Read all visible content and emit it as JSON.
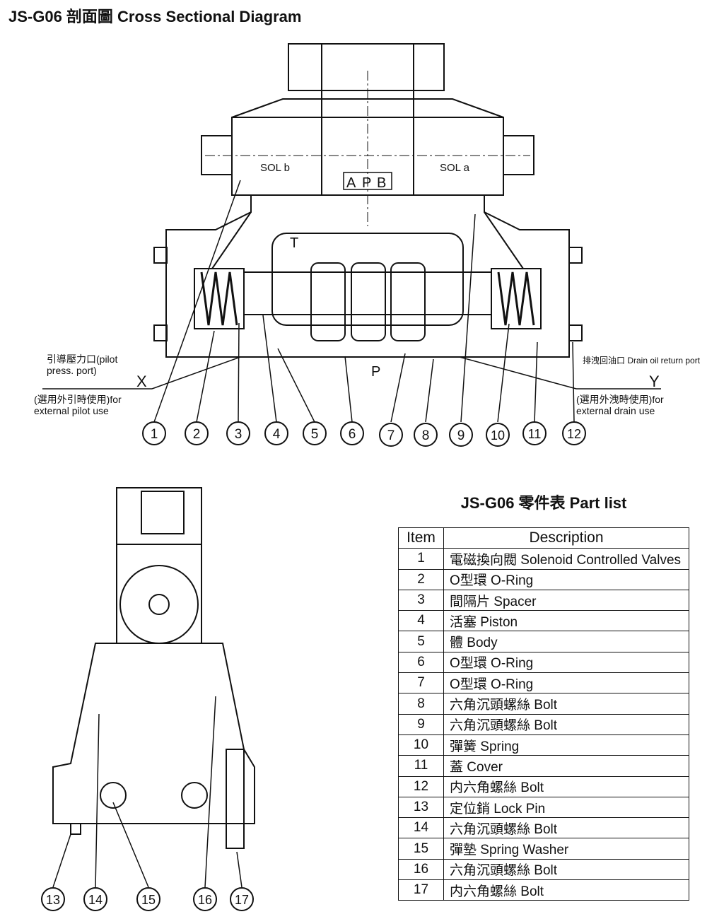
{
  "title": "JS-G06 剖面圖 Cross Sectional Diagram",
  "top_diagram": {
    "sol_b": "SOL b",
    "sol_a": "SOL a",
    "port_a": "A",
    "port_p": "P",
    "port_b": "B",
    "port_t": "T",
    "port_p_bottom": "P",
    "x_label": "X",
    "y_label": "Y",
    "pilot_port": "引導壓力口(pilot press. port)",
    "external_pilot": "(選用外引時使用)for external pilot use",
    "drain_port": "排洩回油口 Drain oil return port",
    "external_drain": "(選用外洩時使用)for external drain use",
    "callouts": [
      "1",
      "2",
      "3",
      "4",
      "5",
      "6",
      "7",
      "8",
      "9",
      "10",
      "11",
      "12"
    ]
  },
  "bottom_diagram": {
    "callouts": [
      "13",
      "14",
      "15",
      "16",
      "17"
    ]
  },
  "part_list": {
    "title": "JS-G06 零件表 Part list",
    "headers": [
      "Item",
      "Description"
    ],
    "rows": [
      [
        "1",
        "電磁換向閥 Solenoid Controlled Valves"
      ],
      [
        "2",
        "O型環 O-Ring"
      ],
      [
        "3",
        "間隔片 Spacer"
      ],
      [
        "4",
        "活塞 Piston"
      ],
      [
        "5",
        "體 Body"
      ],
      [
        "6",
        "O型環 O-Ring"
      ],
      [
        "7",
        "O型環 O-Ring"
      ],
      [
        "8",
        "六角沉頭螺絲 Bolt"
      ],
      [
        "9",
        "六角沉頭螺絲 Bolt"
      ],
      [
        "10",
        "彈簧 Spring"
      ],
      [
        "11",
        "蓋 Cover"
      ],
      [
        "12",
        "内六角螺絲 Bolt"
      ],
      [
        "13",
        "定位銷 Lock Pin"
      ],
      [
        "14",
        "六角沉頭螺絲 Bolt"
      ],
      [
        "15",
        "彈墊 Spring Washer"
      ],
      [
        "16",
        "六角沉頭螺絲 Bolt"
      ],
      [
        "17",
        "内六角螺絲 Bolt"
      ]
    ]
  }
}
